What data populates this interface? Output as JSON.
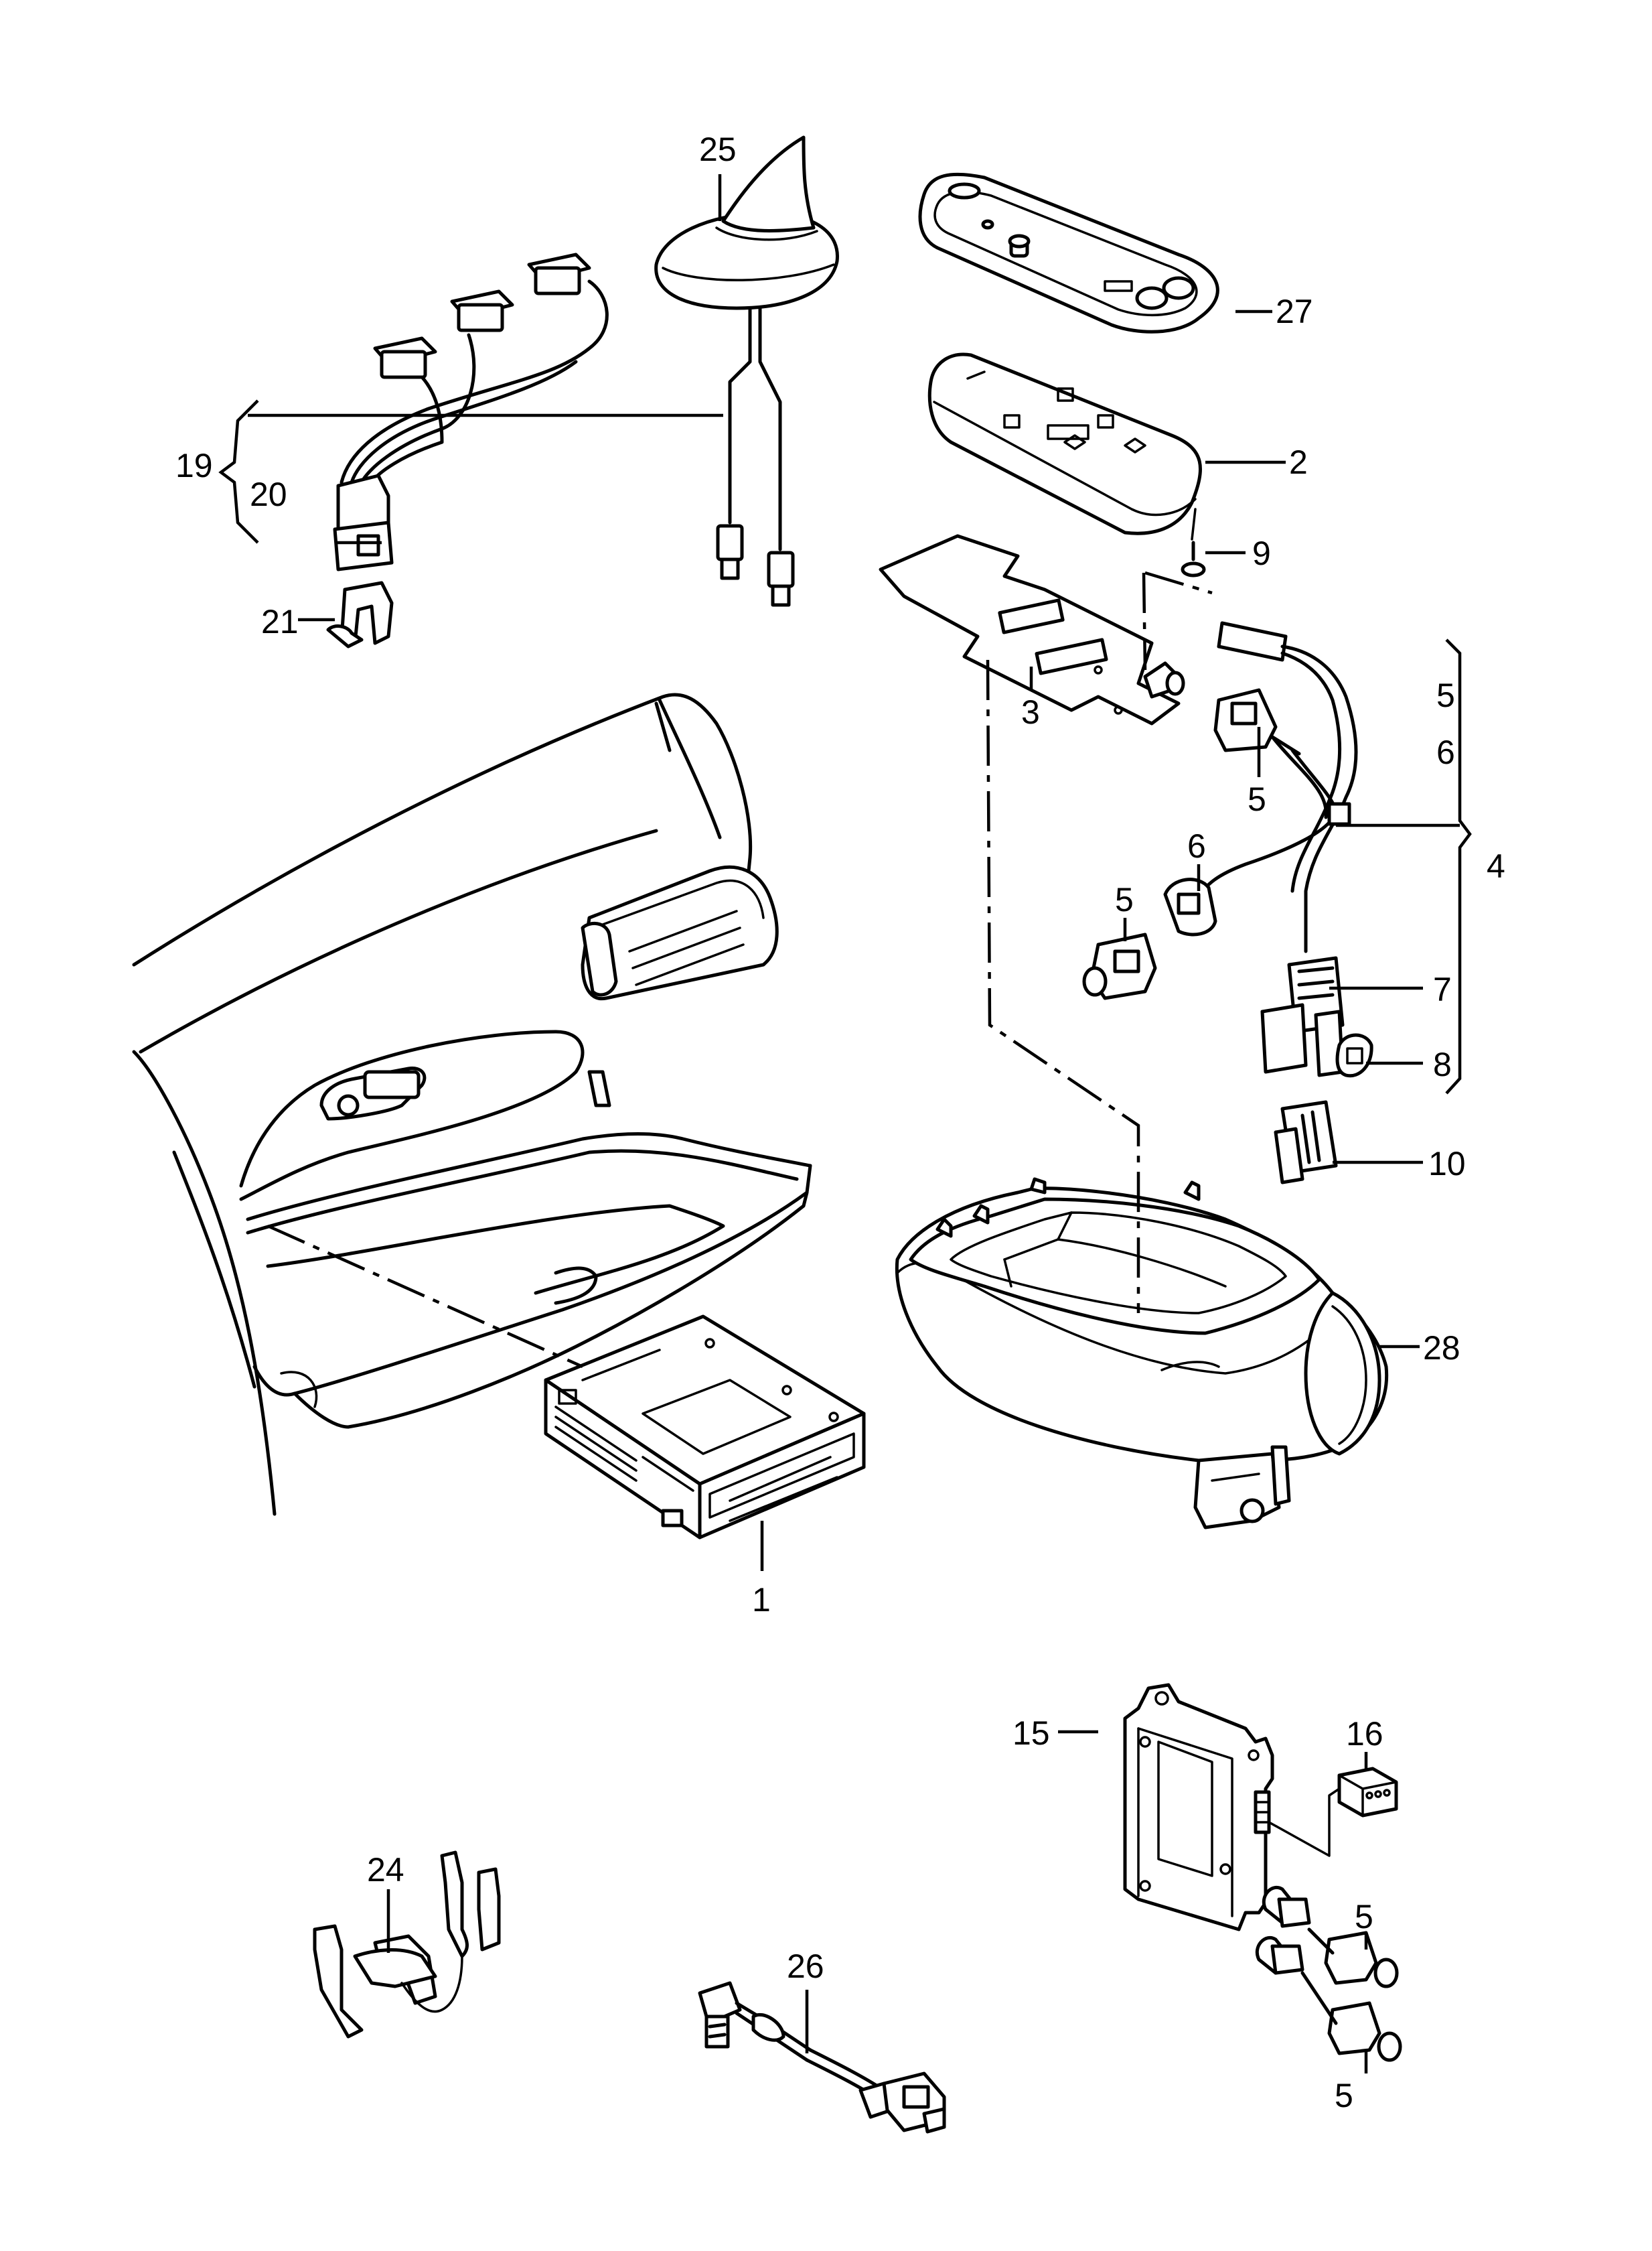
{
  "diagram": {
    "callouts": {
      "c1": "1",
      "c2": "2",
      "c3": "3",
      "c4": "4",
      "c5_top_right": "5",
      "c6_top_right": "6",
      "c5_harness": "5",
      "c6_harness": "6",
      "c5_loose": "5",
      "c7": "7",
      "c8": "8",
      "c9": "9",
      "c10": "10",
      "c15": "15",
      "c16": "16",
      "c5_module_top": "5",
      "c5_module_bottom": "5",
      "c19": "19",
      "c20": "20",
      "c21": "21",
      "c24": "24",
      "c25": "25",
      "c26": "26",
      "c27": "27",
      "c28": "28"
    }
  }
}
